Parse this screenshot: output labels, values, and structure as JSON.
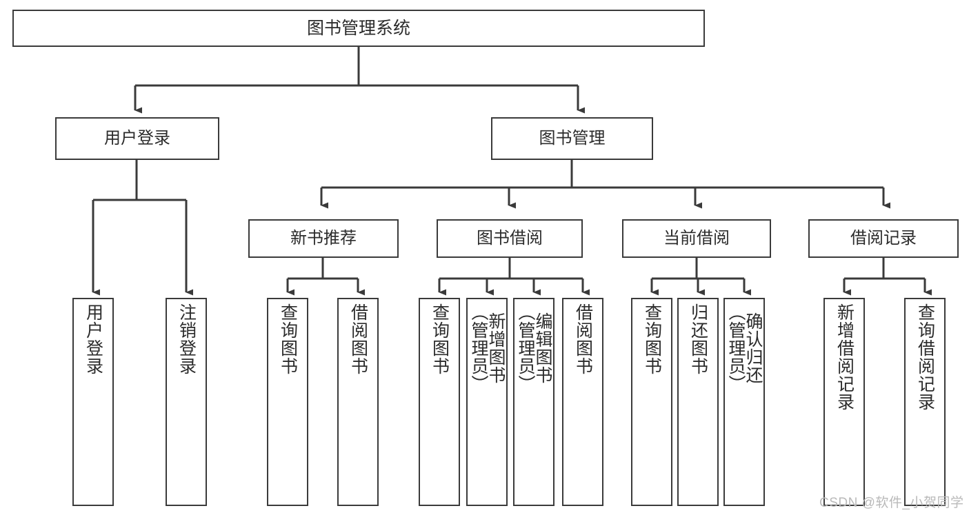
{
  "diagram": {
    "title": "图书管理系统",
    "type": "functional-structure-tree",
    "root": {
      "id": "root",
      "label": "图书管理系统"
    },
    "level1": [
      {
        "id": "user-login",
        "label": "用户登录"
      },
      {
        "id": "book-management",
        "label": "图书管理"
      }
    ],
    "level2": [
      {
        "id": "new-book-recommend",
        "label": "新书推荐",
        "parent": "book-management"
      },
      {
        "id": "book-borrow",
        "label": "图书借阅",
        "parent": "book-management"
      },
      {
        "id": "current-borrow",
        "label": "当前借阅",
        "parent": "book-management"
      },
      {
        "id": "borrow-record",
        "label": "借阅记录",
        "parent": "book-management"
      }
    ],
    "leaves": [
      {
        "id": "leaf-user-login",
        "label": "用户登录",
        "parent": "user-login"
      },
      {
        "id": "leaf-logout-login",
        "label": "注销登录",
        "parent": "user-login"
      },
      {
        "id": "leaf-query-book-1",
        "label": "查询图书",
        "parent": "new-book-recommend"
      },
      {
        "id": "leaf-borrow-book-1",
        "label": "借阅图书",
        "parent": "new-book-recommend"
      },
      {
        "id": "leaf-query-book-2",
        "label": "查询图书",
        "parent": "book-borrow"
      },
      {
        "id": "leaf-add-book",
        "label": "新增图书\n（管理员）",
        "parent": "book-borrow"
      },
      {
        "id": "leaf-edit-book",
        "label": "编辑图书\n（管理员）",
        "parent": "book-borrow"
      },
      {
        "id": "leaf-borrow-book-2",
        "label": "借阅图书",
        "parent": "book-borrow"
      },
      {
        "id": "leaf-query-book-3",
        "label": "查询图书",
        "parent": "current-borrow"
      },
      {
        "id": "leaf-return-book",
        "label": "归还图书",
        "parent": "current-borrow"
      },
      {
        "id": "leaf-confirm-return",
        "label": "确认归还\n（管理员）",
        "parent": "current-borrow"
      },
      {
        "id": "leaf-add-record",
        "label": "新增借阅记录",
        "parent": "borrow-record"
      },
      {
        "id": "leaf-query-record",
        "label": "查询借阅记录",
        "parent": "borrow-record"
      }
    ],
    "colors": {
      "border": "#3a3a3a",
      "fill": "#ffffff",
      "text": "#2b2b2b",
      "edge": "#3a3a3a",
      "watermark": "#b9b9b9"
    }
  },
  "watermark": {
    "text": "CSDN @软件_小贺同学"
  }
}
